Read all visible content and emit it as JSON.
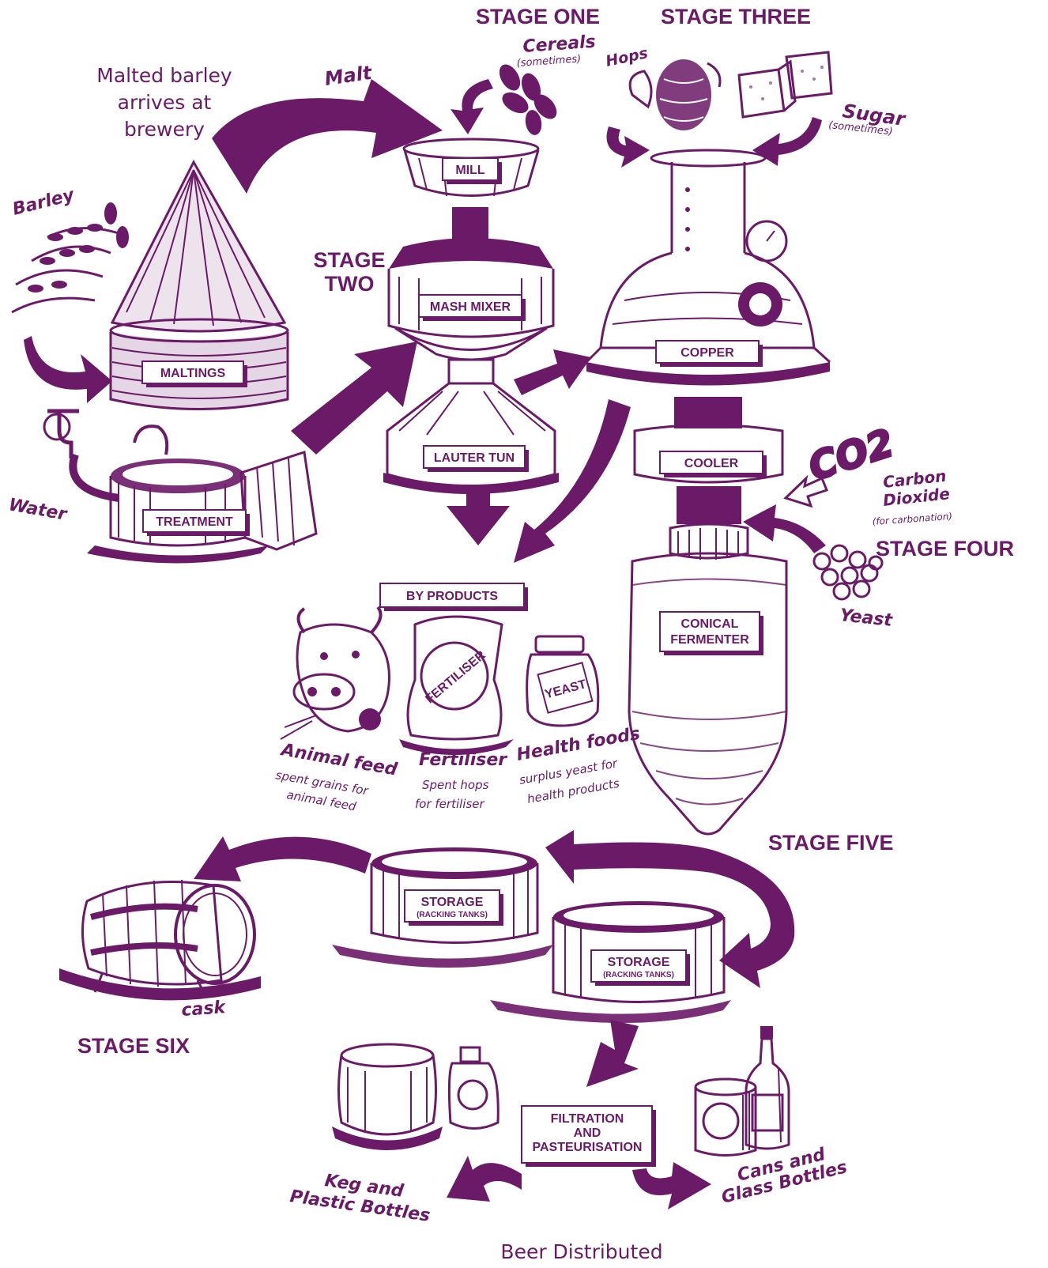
{
  "stages": {
    "one": "STAGE ONE",
    "two_line1": "STAGE",
    "two_line2": "TWO",
    "three": "STAGE THREE",
    "four": "STAGE FOUR",
    "five": "STAGE FIVE",
    "six": "STAGE SIX"
  },
  "inputs": {
    "malted_barley_1": "Malted barley",
    "malted_barley_2": "arrives at",
    "malted_barley_3": "brewery",
    "malt": "Malt",
    "barley": "Barley",
    "water": "Water",
    "cereals": "Cereals",
    "cereals_note": "(sometimes)",
    "hops": "Hops",
    "sugar": "Sugar",
    "sugar_note": "(sometimes)",
    "carbon_1": "Carbon",
    "carbon_2": "Dioxide",
    "carbon_note": "(for carbonation)",
    "co2_glyph": "CO2",
    "yeast": "Yeast"
  },
  "vessels": {
    "mill": "MILL",
    "mash_mixer": "MASH MIXER",
    "lauter_tun": "LAUTER TUN",
    "maltings": "MALTINGS",
    "treatment": "TREATMENT",
    "copper": "COPPER",
    "cooler": "COOLER",
    "fermenter_1": "CONICAL",
    "fermenter_2": "FERMENTER",
    "storage": "STORAGE",
    "storage_note": "(RACKING TANKS)",
    "filtration_1": "FILTRATION",
    "filtration_2": "AND",
    "filtration_3": "PASTEURISATION"
  },
  "by_products": {
    "header": "BY PRODUCTS",
    "animal_feed": "Animal feed",
    "animal_feed_d1": "spent grains for",
    "animal_feed_d2": "animal feed",
    "fertiliser": "Fertiliser",
    "fertiliser_d1": "Spent hops",
    "fertiliser_d2": "for fertiliser",
    "fertiliser_bag": "FERTILISER",
    "health": "Health foods",
    "health_d1": "surplus yeast for",
    "health_d2": "health products",
    "yeast_jar": "YEAST"
  },
  "outputs": {
    "cask": "cask",
    "keg_1": "Keg and",
    "keg_2": "Plastic Bottles",
    "cans_1": "Cans and",
    "cans_2": "Glass Bottles",
    "distributed": "Beer Distributed"
  },
  "colors": {
    "ink": "#6b1a67",
    "paper": "#ffffff"
  }
}
